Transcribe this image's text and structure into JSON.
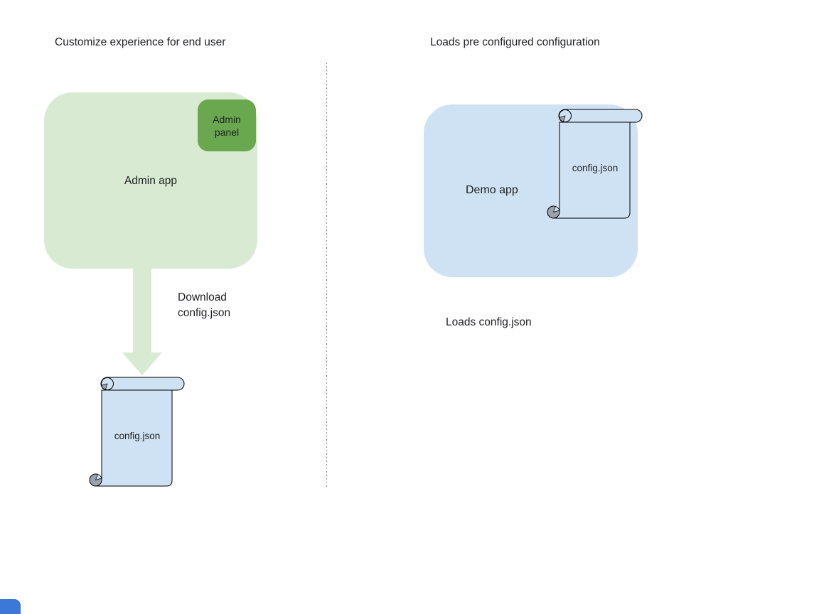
{
  "colors": {
    "green-light": "#d9ead3",
    "green-dark": "#6aa84f",
    "blue-light": "#cfe2f3",
    "blue-accent": "#3c78d8",
    "divider-gray": "#8f8f8f",
    "curl-gray": "#9aa3ad",
    "text": "#202124"
  },
  "left": {
    "title": "Customize experience for end user",
    "admin_app_label": "Admin app",
    "admin_panel_label": "Admin panel",
    "arrow_caption": "Download config.json",
    "file_label": "config.json"
  },
  "right": {
    "title": "Loads pre configured configuration",
    "demo_app_label": "Demo app",
    "file_label": "config.json",
    "caption": "Loads config.json"
  }
}
